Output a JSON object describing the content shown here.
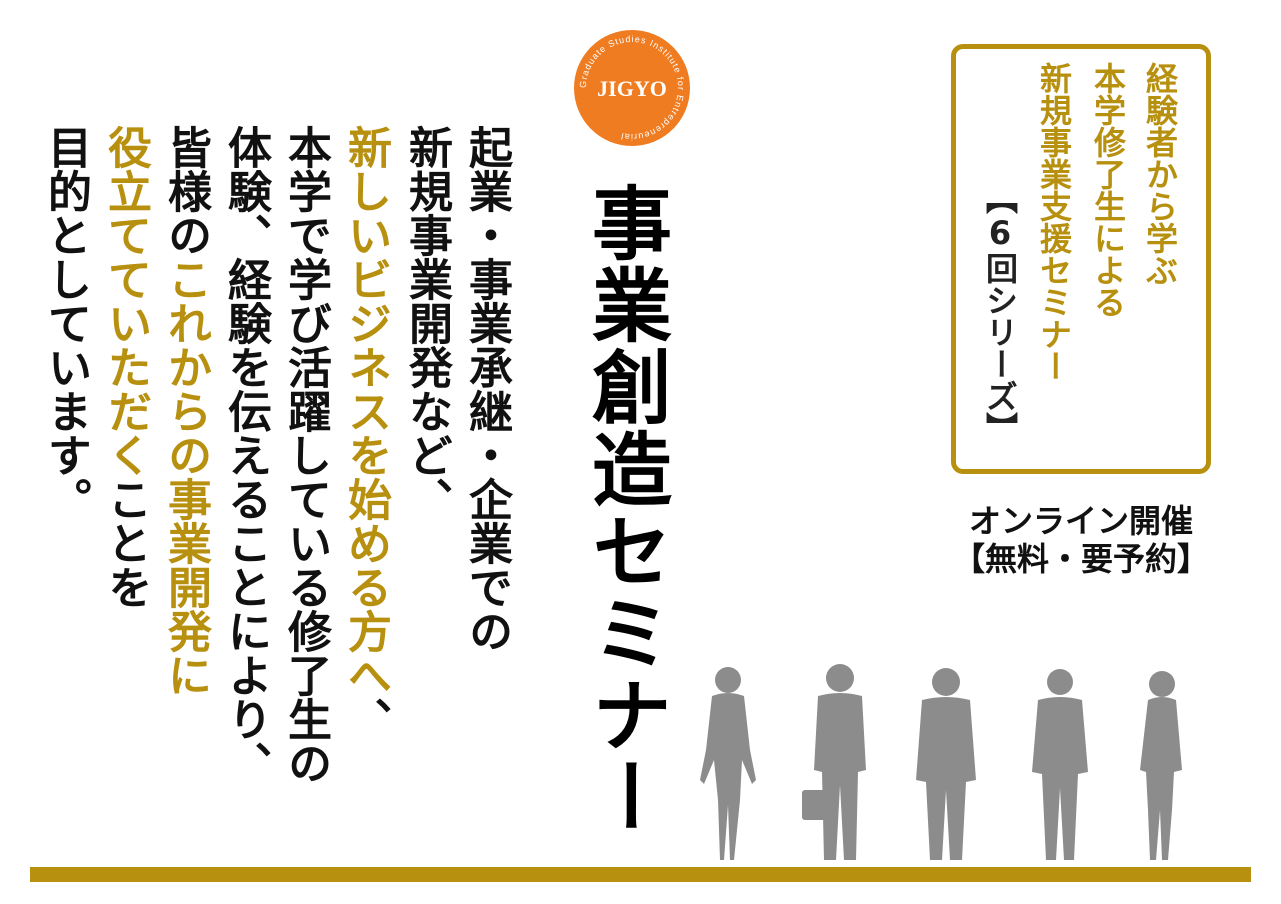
{
  "logo": {
    "text": "JIGYO",
    "ring_text": "Graduate Studies Institute for Entrepreneurial",
    "color": "#f07c22"
  },
  "title": "事業創造セミナー",
  "intro": {
    "col1": "起業・事業承継・企業での",
    "col2": "新規事業開発など、",
    "col3_gold": "新しいビジネスを始める方へ",
    "col3_rest": "、",
    "col4": "本学で学び活躍している修了生の",
    "col5": "体験、経験を伝えることにより、",
    "col6_pre": "皆様の",
    "col6_gold": "これからの事業開発に",
    "col7_gold": "役立てていただく",
    "col7_rest": "ことを",
    "col8": "目的としています。"
  },
  "series_box": {
    "line1": "経験者から学ぶ",
    "line2": "本学修了生による",
    "line3": "新規事業支援セミナー",
    "line4": "【6回シリーズ】"
  },
  "event": {
    "online": "オンライン開催",
    "fee": "【無料・要予約】"
  },
  "colors": {
    "gold": "#b8900f",
    "text": "#111111",
    "silhouette": "#8c8c8c"
  }
}
